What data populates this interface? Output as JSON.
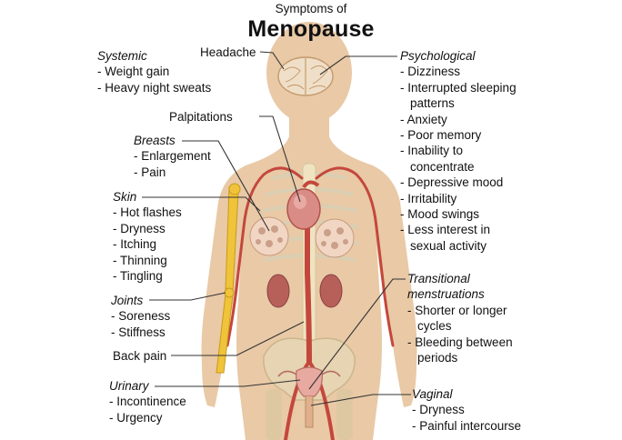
{
  "title": {
    "small": "Symptoms of",
    "large": "Menopause"
  },
  "colors": {
    "skin": "#e9c9a6",
    "skin_edge": "#d9b38e",
    "bone": "#eee8d5",
    "artery": "#c4473c",
    "organ": "#b7605a",
    "breast_tissue": "#f2d6c4",
    "bone_highlight": "#f0c43a",
    "leader_line": "#333333"
  },
  "labels": {
    "headache": "Headache",
    "palpitations": "Palpitations",
    "back_pain": "Back pain"
  },
  "groups": {
    "systemic": {
      "heading": "Systemic",
      "items": [
        "- Weight gain",
        "- Heavy night sweats"
      ]
    },
    "breasts": {
      "heading": "Breasts",
      "items": [
        "- Enlargement",
        "- Pain"
      ]
    },
    "skin": {
      "heading": "Skin",
      "items": [
        "- Hot flashes",
        "- Dryness",
        "- Itching",
        "- Thinning",
        "- Tingling"
      ]
    },
    "joints": {
      "heading": "Joints",
      "items": [
        "- Soreness",
        "- Stiffness"
      ]
    },
    "urinary": {
      "heading": "Urinary",
      "items": [
        "- Incontinence",
        "- Urgency"
      ]
    },
    "psychological": {
      "heading": "Psychological",
      "items": [
        "- Dizziness",
        "- Interrupted sleeping",
        "patterns",
        "- Anxiety",
        "- Poor memory",
        "- Inability to",
        "concentrate",
        "- Depressive mood",
        "- Irritability",
        "- Mood swings",
        "- Less interest in",
        "sexual activity"
      ]
    },
    "transitional": {
      "heading_line1": "Transitional",
      "heading_line2": "menstruations",
      "items": [
        "- Shorter or longer",
        "cycles",
        "- Bleeding between",
        "periods"
      ]
    },
    "vaginal": {
      "heading": "Vaginal",
      "items": [
        "- Dryness",
        "- Painful intercourse"
      ]
    }
  }
}
